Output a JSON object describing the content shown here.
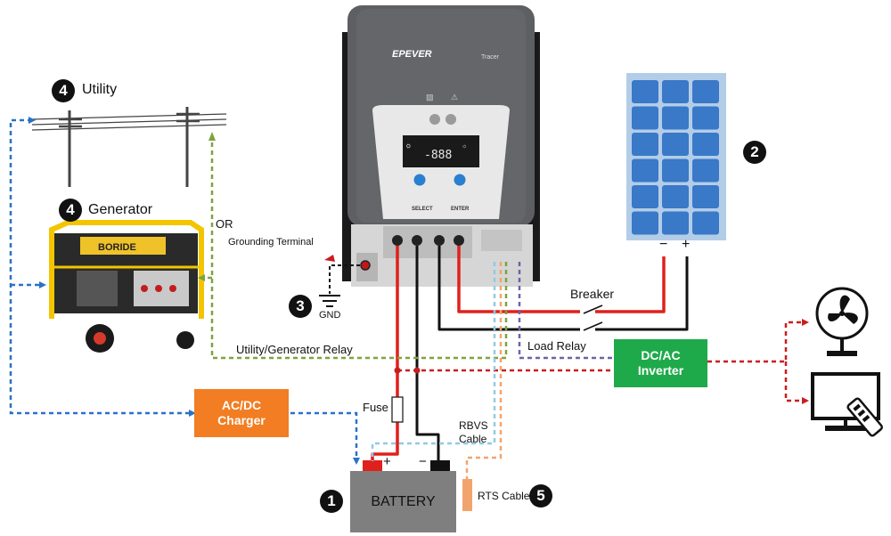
{
  "controller": {
    "brand": "EPEVER",
    "model": "Tracer",
    "lcd_reading": "-888",
    "select_label": "SELECT",
    "enter_label": "ENTER"
  },
  "callouts": {
    "battery_num": "1",
    "pv_num": "2",
    "ground_num": "3",
    "utility_num": "4",
    "generator_num": "4",
    "rts_num": "5"
  },
  "labels": {
    "utility": "Utility",
    "generator": "Generator",
    "generator_brand": "BORIDE",
    "or": "OR",
    "grounding_terminal": "Grounding Terminal",
    "gnd": "GND",
    "breaker": "Breaker",
    "load_relay": "Load Relay",
    "utility_generator_relay": "Utility/Generator Relay",
    "fuse": "Fuse",
    "rbvs_cable": "RBVS\nCable",
    "rts_cable": "RTS Cable",
    "battery": "BATTERY",
    "plus": "+",
    "minus": "−",
    "ac_dc_charger": "AC/DC\nCharger",
    "dc_ac_inverter": "DC/AC\nInverter"
  },
  "icons": [
    "fan-icon",
    "tv-icon",
    "remote-icon",
    "ground-icon",
    "utility-pole-icon",
    "generator-icon",
    "solar-panel-icon"
  ],
  "colors": {
    "positive_wire": "#e0201c",
    "negative_wire": "#111111",
    "ac_signal": "#2a72c4",
    "relay_signal": "#7ea23f",
    "load_signal": "#c81e1e",
    "rbvs_cable": "#8fcbe6",
    "rts_cable": "#f2a46e",
    "charger": "#f27d22",
    "inverter": "#1eaa4a",
    "battery": "#7f7f7f",
    "solar_cell": "#3a78c8",
    "generator_frame": "#f2c500"
  }
}
